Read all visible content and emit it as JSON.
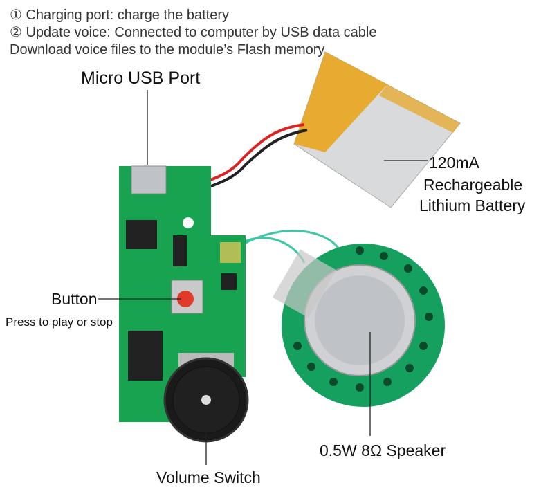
{
  "intro": [
    "① Charging port: charge the battery",
    "② Update voice: Connected to computer by USB data cable",
    "Download voice files to the module’s Flash memory"
  ],
  "labels": {
    "usb": "Micro USB Port",
    "battery_1": "120mA",
    "battery_2": "Rechargeable",
    "battery_3": "Lithium Battery",
    "button": "Button",
    "button_desc": "Press to play or stop",
    "volume": "Volume Switch",
    "speaker": "0.5W 8Ω Speaker"
  },
  "colors": {
    "pcb": "#17a34f",
    "battery_tape": "#e8a51e",
    "speaker_ring": "#15a060",
    "button": "#e03a2a"
  }
}
